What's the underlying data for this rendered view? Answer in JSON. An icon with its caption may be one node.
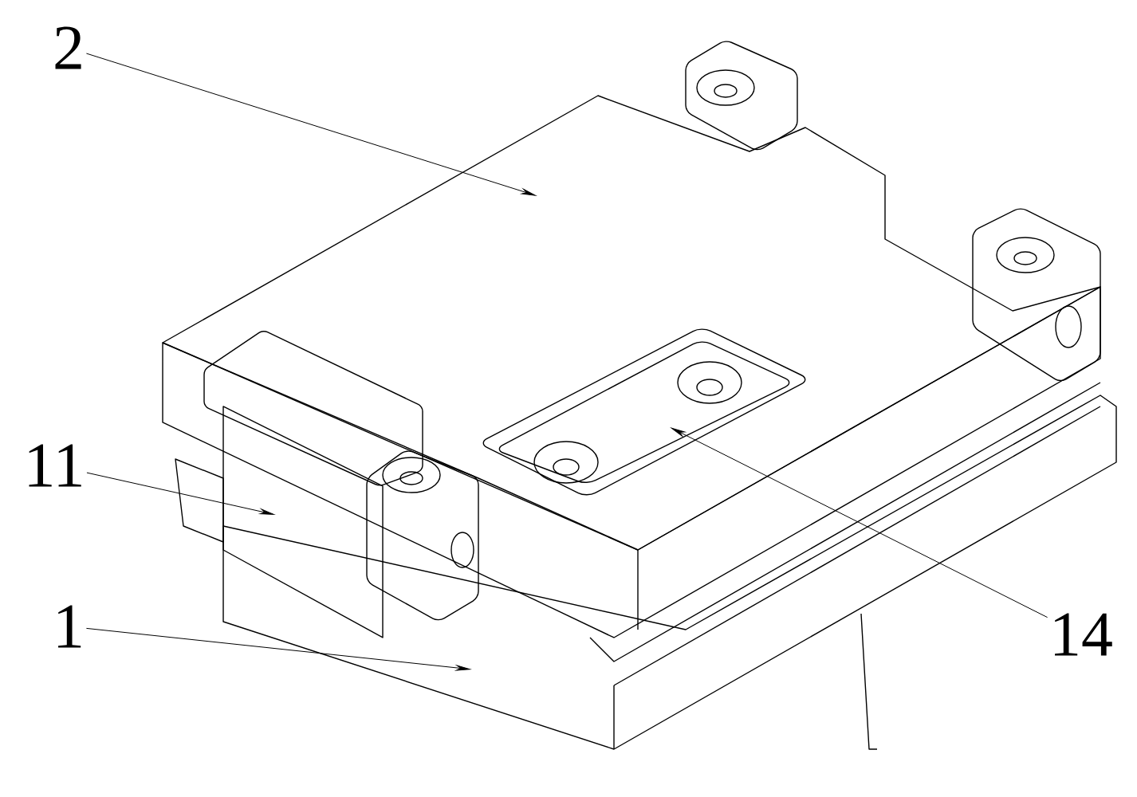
{
  "diagram": {
    "nodes": [
      {
        "text": [
          "2"
        ]
      },
      {
        "text": [
          "11"
        ]
      },
      {
        "text": [
          "1"
        ]
      },
      {
        "text": [
          "14"
        ]
      }
    ],
    "edges": [
      {
        "from": 0,
        "to": null,
        "arrow": "to"
      },
      {
        "from": 1,
        "to": null,
        "arrow": "to"
      },
      {
        "from": 2,
        "to": null,
        "arrow": "to"
      },
      {
        "from": 3,
        "to": null,
        "arrow": "to"
      }
    ]
  }
}
